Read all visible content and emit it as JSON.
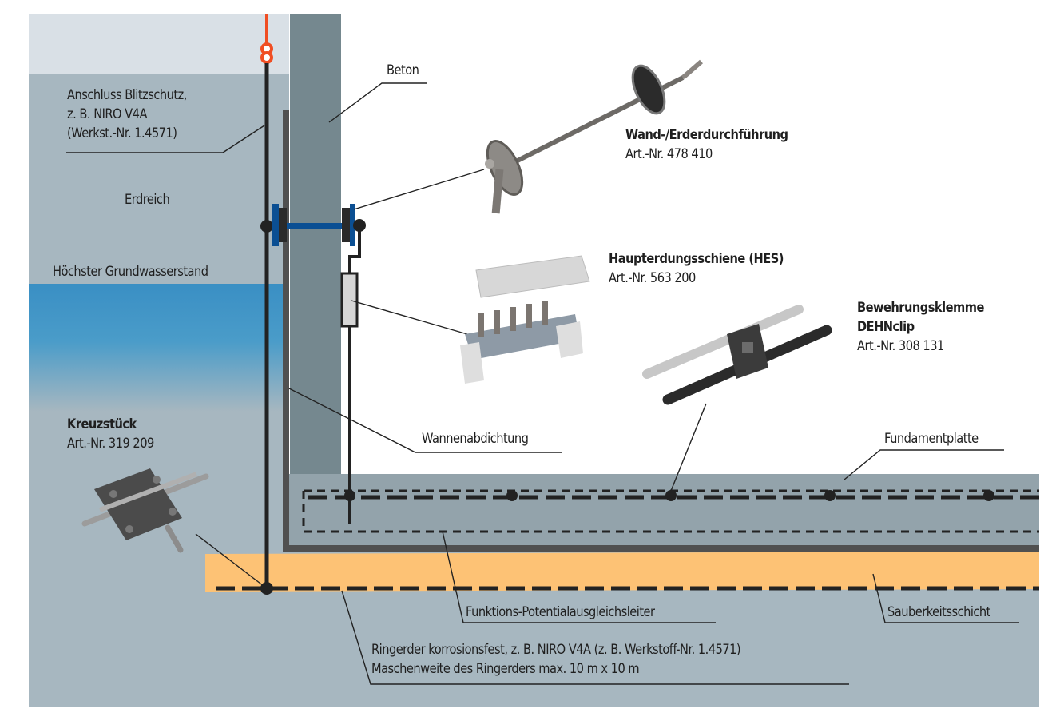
{
  "colors": {
    "sky": "#d9e0e6",
    "soil": "#a7b7c0",
    "groundwater": "#3a8fc4",
    "concrete_wall": "#75888f",
    "foundation": "#93a3ab",
    "sealing": "#505050",
    "blinding_layer": "#fdc275",
    "conductor": "#222222",
    "lightning_lead": "#f04e23",
    "feedthrough": "#0b4f93",
    "hes_box": "#d6d6d6"
  },
  "labels": {
    "lightning": [
      "Anschluss Blitzschutz,",
      "z. B. NIRO V4A",
      "(Werkst.-Nr. 1.4571)"
    ],
    "soil": "Erdreich",
    "groundwater": "Höchster Grundwasserstand",
    "concrete": "Beton",
    "sealing": "Wannenabdichtung",
    "foundation": "Fundamentplatte",
    "equipotential": "Funktions-Potentialausgleichsleiter",
    "blinding": "Sauberkeitsschicht",
    "ring_earth": [
      "Ringerder korrosionsfest, z. B. NIRO V4A (z. B. Werkstoff-Nr. 1.4571)",
      "Maschenweite des Ringerders max. 10 m x 10 m"
    ]
  },
  "products": [
    {
      "id": "feedthrough",
      "name": "Wand-/Erderdurchführung",
      "article": "Art.-Nr. 478 410"
    },
    {
      "id": "hes",
      "name": "Haupterdungsschiene (HES)",
      "article": "Art.-Nr. 563 200"
    },
    {
      "id": "clip",
      "name": "Bewehrungsklemme",
      "name2": "DEHNclip",
      "article": "Art.-Nr. 308 131"
    },
    {
      "id": "cross",
      "name": "Kreuzstück",
      "article": "Art.-Nr. 319 209"
    }
  ]
}
